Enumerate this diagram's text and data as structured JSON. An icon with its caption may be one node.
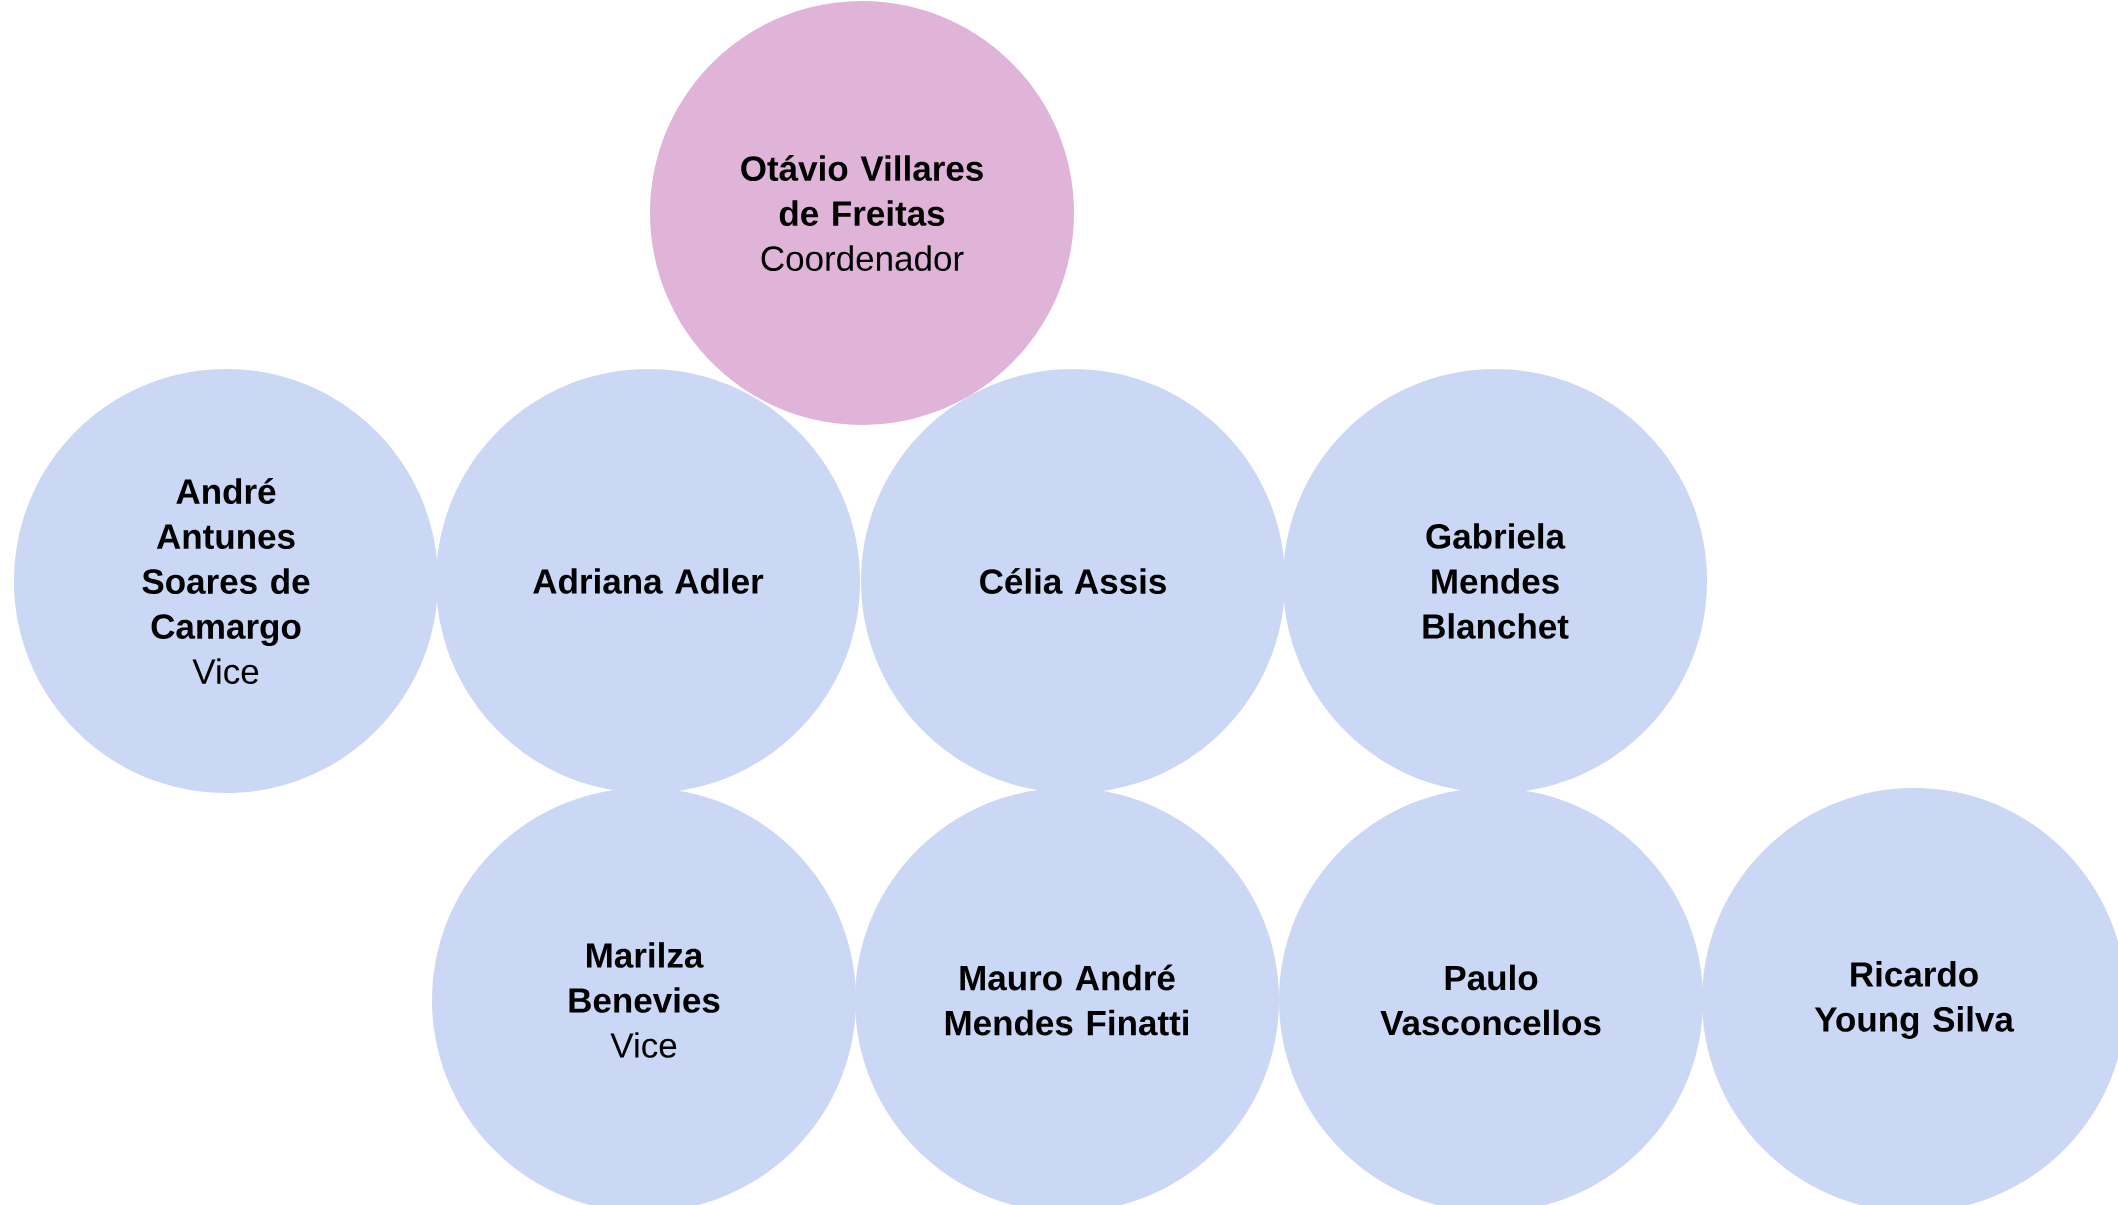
{
  "diagram": {
    "nodes": [
      {
        "text": [
          "Otávio Villares de Freitas",
          "Coordenador"
        ]
      },
      {
        "text": [
          "André Antunes Soares de Camargo",
          "Vice"
        ]
      },
      {
        "text": [
          "Adriana Adler"
        ]
      },
      {
        "text": [
          "Célia Assis"
        ]
      },
      {
        "text": [
          "Gabriela Mendes Blanchet"
        ]
      },
      {
        "text": [
          "Marilza Benevies",
          "Vice"
        ]
      },
      {
        "text": [
          "Mauro André Mendes Finatti"
        ]
      },
      {
        "text": [
          "Paulo Vasconcellos"
        ]
      },
      {
        "text": [
          "Ricardo Young Silva"
        ]
      }
    ]
  }
}
